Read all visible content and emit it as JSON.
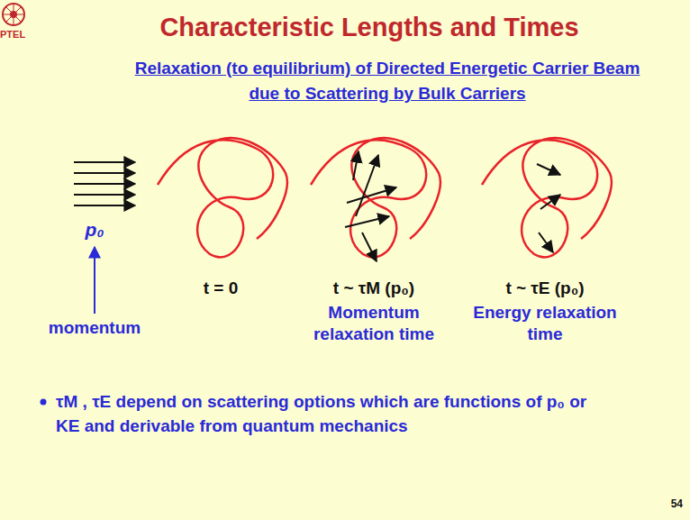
{
  "diagram": {
    "title": "Characteristic Lengths and Times",
    "labels": [
      "PTEL",
      "Relaxation (to equilibrium) of Directed Energetic Carrier Beam due to Scattering by Bulk Carriers",
      "p₀",
      "momentum",
      "t = 0",
      "t ~ τM (p₀)",
      "Momentum relaxation time",
      "t ~ τE (p₀)",
      "Energy relaxation time",
      "τM , τE depend on scattering options which are functions of p₀ or KE and derivable from quantum mechanics",
      "54"
    ]
  }
}
